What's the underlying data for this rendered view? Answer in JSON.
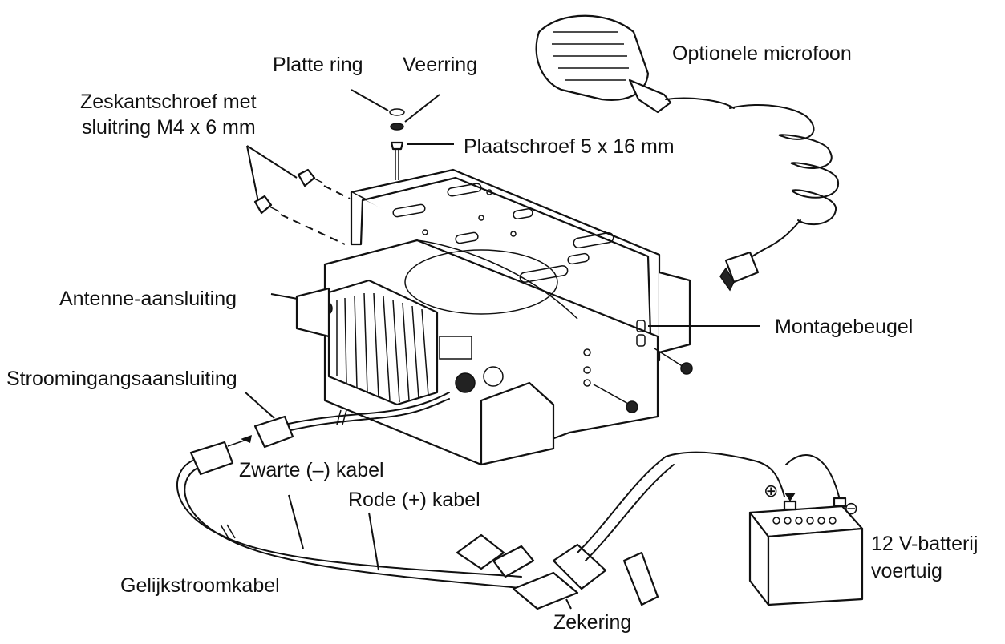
{
  "labels": {
    "platte_ring": "Platte ring",
    "veerring": "Veerring",
    "zeskantschroef_line1": "Zeskantschroef met",
    "zeskantschroef_line2": "sluitring M4 x 6 mm",
    "plaatschroef": "Plaatschroef 5 x 16 mm",
    "optionele_microfoon": "Optionele microfoon",
    "antenne_aansluiting": "Antenne-aansluiting",
    "montagebeugel": "Montagebeugel",
    "stroomingangsaansluiting": "Stroomingangsaansluiting",
    "zwarte_kabel": "Zwarte (–) kabel",
    "rode_kabel": "Rode (+) kabel",
    "gelijkstroomkabel": "Gelijkstroomkabel",
    "zekering": "Zekering",
    "batterij_line1": "12 V-batterij",
    "batterij_line2": "voertuig"
  },
  "symbols": {
    "plus": "⊕",
    "minus": "⊖"
  },
  "colors": {
    "ink": "#111111",
    "paper": "#ffffff"
  }
}
